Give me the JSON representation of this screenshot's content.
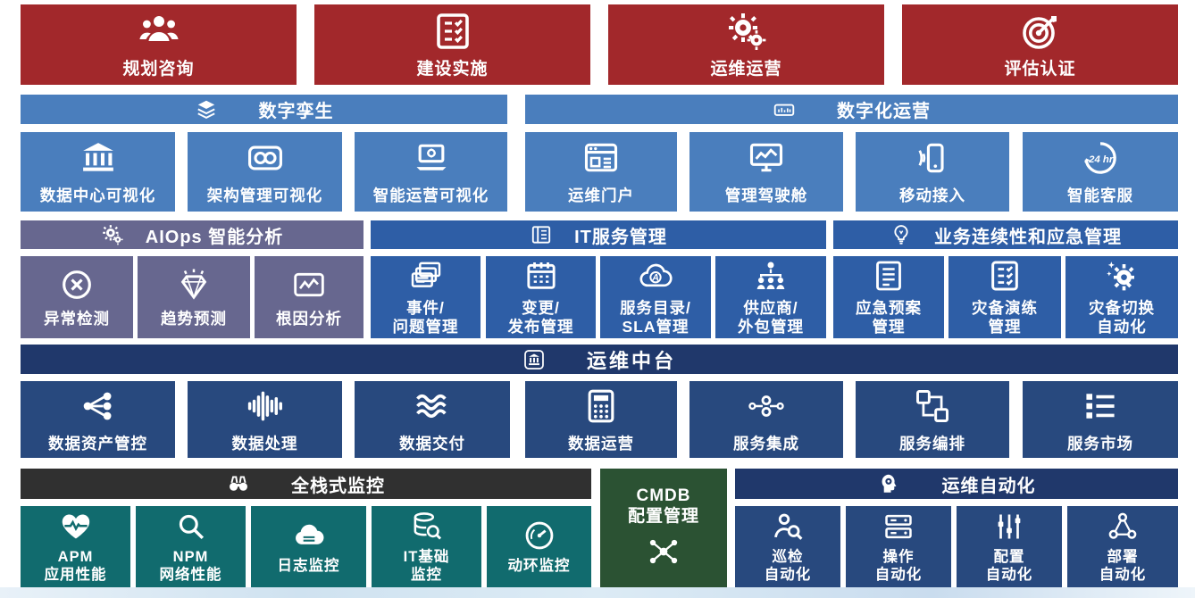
{
  "colors": {
    "phase_red": "#A2282B",
    "blue_mid": "#4A7EBD",
    "purple": "#67678F",
    "blue_deep": "#2E5EA6",
    "navy_bar": "#20386B",
    "navy_block": "#28497E",
    "dark_gray": "#303030",
    "teal": "#116B6E",
    "green_dark": "#2B5233",
    "text_white": "#FFFFFF"
  },
  "phases": {
    "items": [
      {
        "label": "规划咨询",
        "icon": "people-group-icon"
      },
      {
        "label": "建设实施",
        "icon": "checklist-icon"
      },
      {
        "label": "运维运营",
        "icon": "double-gear-icon"
      },
      {
        "label": "评估认证",
        "icon": "target-icon"
      }
    ]
  },
  "digital_twin": {
    "title": "数字孪生",
    "icon": "layers-icon",
    "items": [
      {
        "label": "数据中心可视化",
        "icon": "bank-icon"
      },
      {
        "label": "架构管理可视化",
        "icon": "binocular-glasses-icon"
      },
      {
        "label": "智能运营可视化",
        "icon": "laptop-icon"
      }
    ]
  },
  "digital_operation": {
    "title": "数字化运营",
    "icon": "signal-device-icon",
    "items": [
      {
        "label": "运维门户",
        "icon": "browser-icon"
      },
      {
        "label": "管理驾驶舱",
        "icon": "monitor-chart-icon"
      },
      {
        "label": "移动接入",
        "icon": "mobile-icon"
      },
      {
        "label": "智能客服",
        "icon": "service-24h-icon"
      }
    ]
  },
  "aiops": {
    "title": "AIOps 智能分析",
    "icon": "double-gear-icon",
    "items": [
      {
        "label": "异常检测",
        "icon": "x-circle-icon"
      },
      {
        "label": "趋势预测",
        "icon": "gem-icon"
      },
      {
        "label": "根因分析",
        "icon": "chart-line-icon"
      }
    ]
  },
  "itsm": {
    "title": "IT服务管理",
    "icon": "book-icon",
    "items": [
      {
        "label": "事件/\n问题管理",
        "icon": "cards-icon"
      },
      {
        "label": "变更/\n发布管理",
        "icon": "calendar-icon"
      },
      {
        "label": "服务目录/\nSLA管理",
        "icon": "cloud-a-icon"
      },
      {
        "label": "供应商/\n外包管理",
        "icon": "org-people-icon"
      }
    ]
  },
  "bcm": {
    "title": "业务连续性和应急管理",
    "icon": "bulb-icon",
    "items": [
      {
        "label": "应急预案\n管理",
        "icon": "doc-list-icon"
      },
      {
        "label": "灾备演练\n管理",
        "icon": "checklist-icon"
      },
      {
        "label": "灾备切换\n自动化",
        "icon": "gear-star-icon"
      }
    ]
  },
  "ops_platform": {
    "title": "运维中台",
    "icon": "building-badge-icon",
    "items": [
      {
        "label": "数据资产管控",
        "icon": "share-nodes-icon"
      },
      {
        "label": "数据处理",
        "icon": "waveform-icon"
      },
      {
        "label": "数据交付",
        "icon": "waves-icon"
      },
      {
        "label": "数据运营",
        "icon": "calculator-icon"
      },
      {
        "label": "服务集成",
        "icon": "molecule-icon"
      },
      {
        "label": "服务编排",
        "icon": "flow-icon"
      },
      {
        "label": "服务市场",
        "icon": "list-icon"
      }
    ]
  },
  "monitoring": {
    "title": "全栈式监控",
    "icon": "binoculars-icon",
    "items": [
      {
        "label": "APM\n应用性能",
        "icon": "heart-pulse-icon"
      },
      {
        "label": "NPM\n网络性能",
        "icon": "magnifier-icon"
      },
      {
        "label": "日志监控",
        "icon": "cloud-icon"
      },
      {
        "label": "IT基础\n监控",
        "icon": "db-search-icon"
      },
      {
        "label": "动环监控",
        "icon": "gauge-icon"
      }
    ]
  },
  "cmdb": {
    "title": "CMDB\n配置管理",
    "icon": "network-icon"
  },
  "automation": {
    "title": "运维自动化",
    "icon": "head-gear-icon",
    "items": [
      {
        "label": "巡检\n自动化",
        "icon": "person-search-icon"
      },
      {
        "label": "操作\n自动化",
        "icon": "server-stack-icon"
      },
      {
        "label": "配置\n自动化",
        "icon": "sliders-icon"
      },
      {
        "label": "部署\n自动化",
        "icon": "deploy-nodes-icon"
      }
    ]
  }
}
